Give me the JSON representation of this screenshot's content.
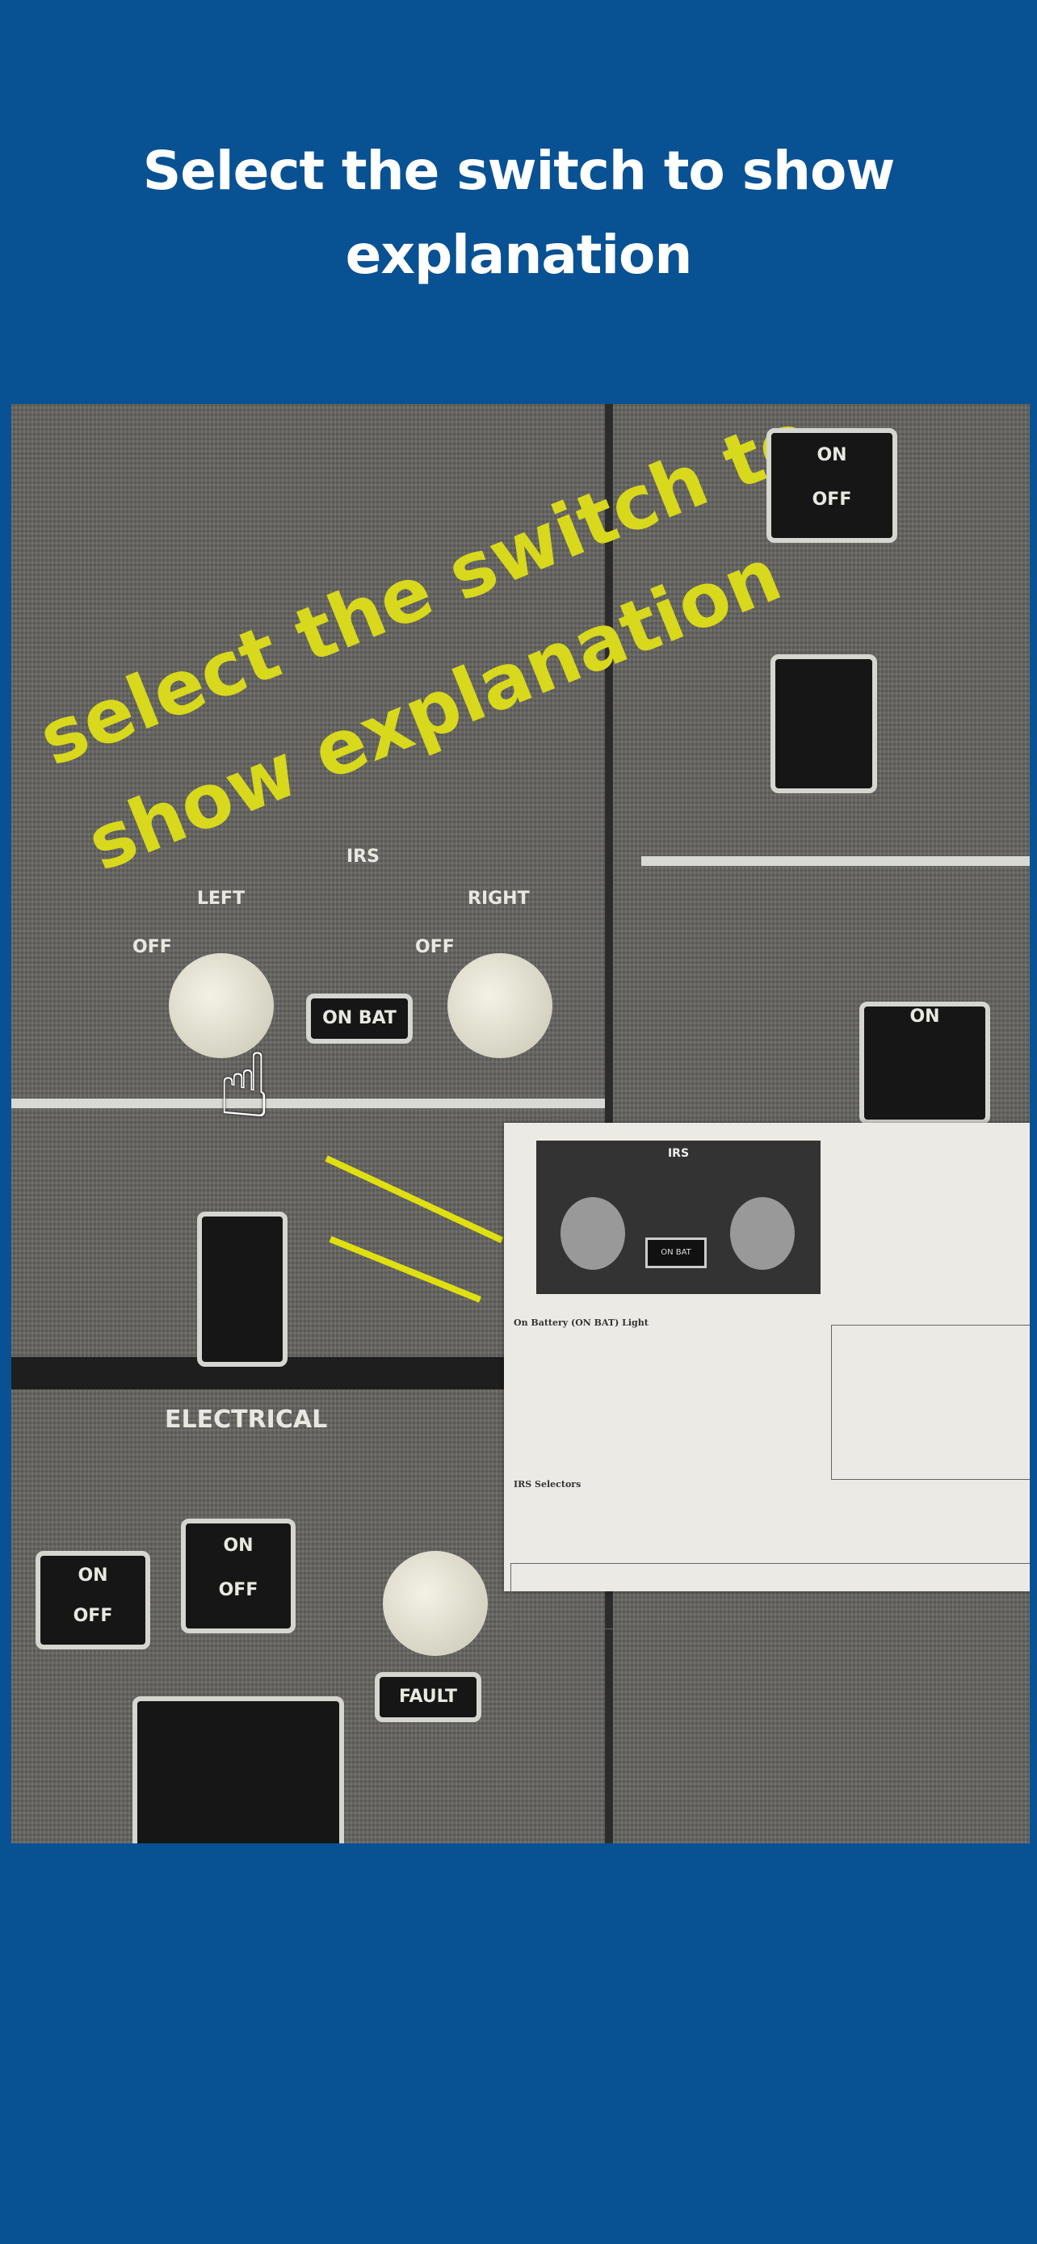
{
  "header": {
    "title": "Select the switch to show explanation"
  },
  "photo": {
    "handwriting": [
      "select the switch to",
      "show explanation"
    ],
    "panel_labels": {
      "irs": "IRS",
      "left": "LEFT",
      "right": "RIGHT",
      "on": "ON",
      "off": "OFF",
      "on_bat": "ON BAT",
      "electrical": "ELECTRICAL",
      "fault": "FAULT"
    },
    "explanation_card": {
      "panel_title": "IRS",
      "heading": "On Battery (ON BAT) Light",
      "selectors_heading": "IRS Selectors"
    }
  },
  "colors": {
    "background": "#085193",
    "handwriting": "#d8d81c"
  }
}
